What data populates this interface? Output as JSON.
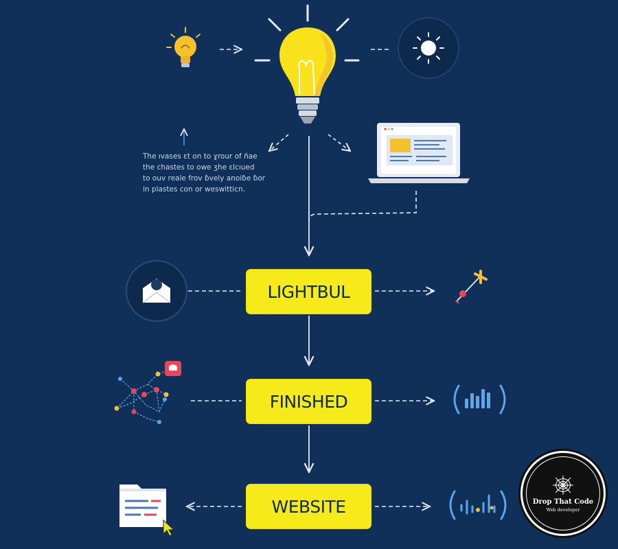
{
  "nodes": [
    {
      "label": "LIGHTBUL"
    },
    {
      "label": "FINISHED"
    },
    {
      "label": "WEBSITE"
    }
  ],
  "note": {
    "lines": [
      "The ıvases ɛt on to ɣrour of ñae",
      "the chastes to owe ʒhe ɛlcıued",
      "to ouv reale frov ɓvely anoiɓe ɓor",
      "in plastes con or weswitticn."
    ]
  },
  "badge": {
    "title": "Drop That Code",
    "subtitle": "Web developer"
  },
  "colors": {
    "background": "#10305a",
    "node_fill": "#f7ea1a",
    "node_text": "#0d2b52",
    "line": "#e6ecf5",
    "accent_blue": "#5aa7f0",
    "accent_red": "#e8475a"
  },
  "icons": [
    "small-lightbulb-icon",
    "arrow-right-icon",
    "large-lightbulb-icon",
    "sun-icon",
    "laptop-icon",
    "envelope-icon",
    "pin-target-icon",
    "network-graph-icon",
    "signal-bars-icon",
    "folder-document-icon",
    "cursor-icon",
    "audio-wave-icon",
    "spider-web-icon"
  ]
}
